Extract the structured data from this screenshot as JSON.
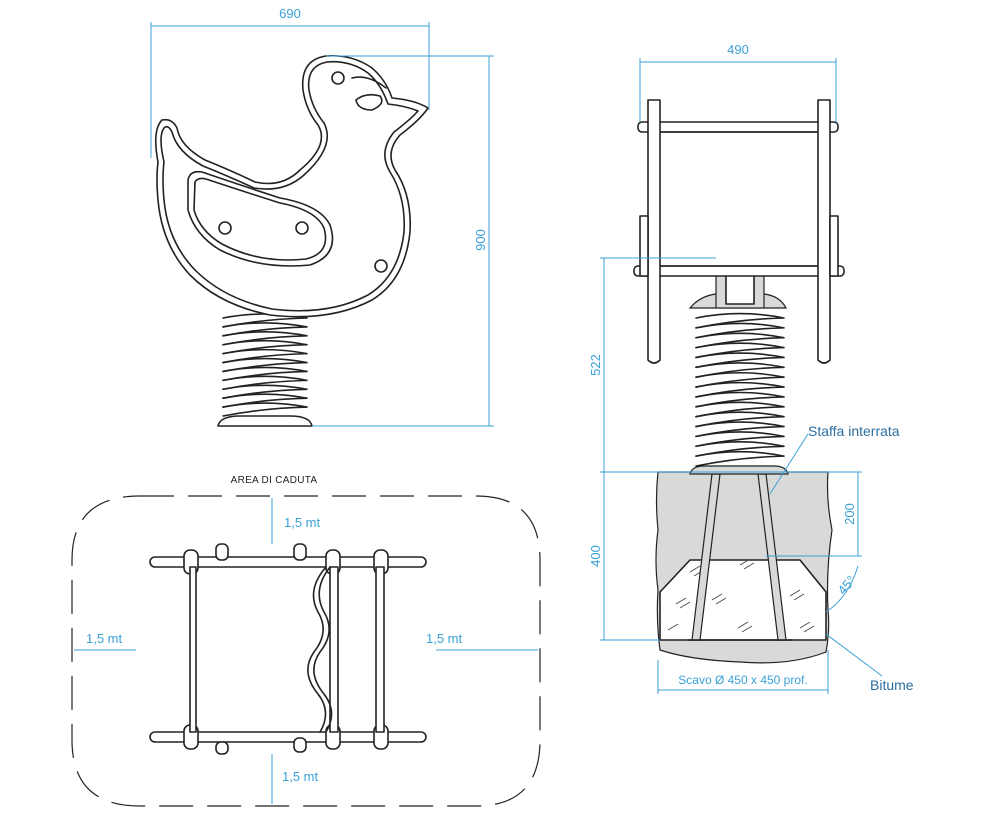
{
  "colors": {
    "dimension_blue": "#3aa0d8",
    "note_blue": "#2d6fa0",
    "line": "#222222",
    "ground_fill": "#d9d9d9"
  },
  "front_view": {
    "width_dimension": "690",
    "height_dimension": "900"
  },
  "side_view": {
    "width_dimension": "490",
    "seat_height_dimension": "522",
    "foundation_depth_dimension": "400",
    "bracket_depth_dimension": "200",
    "angle_label": "45°",
    "label_buried_bracket": "Staffa interrata",
    "label_bitumen": "Bitume",
    "label_excavation": "Scavo Ø 450 x 450 prof."
  },
  "plan_view": {
    "fall_area_label": "AREA DI CADUTA",
    "clearance_top": "1,5 mt",
    "clearance_bottom": "1,5 mt",
    "clearance_left": "1,5 mt",
    "clearance_right": "1,5 mt"
  }
}
